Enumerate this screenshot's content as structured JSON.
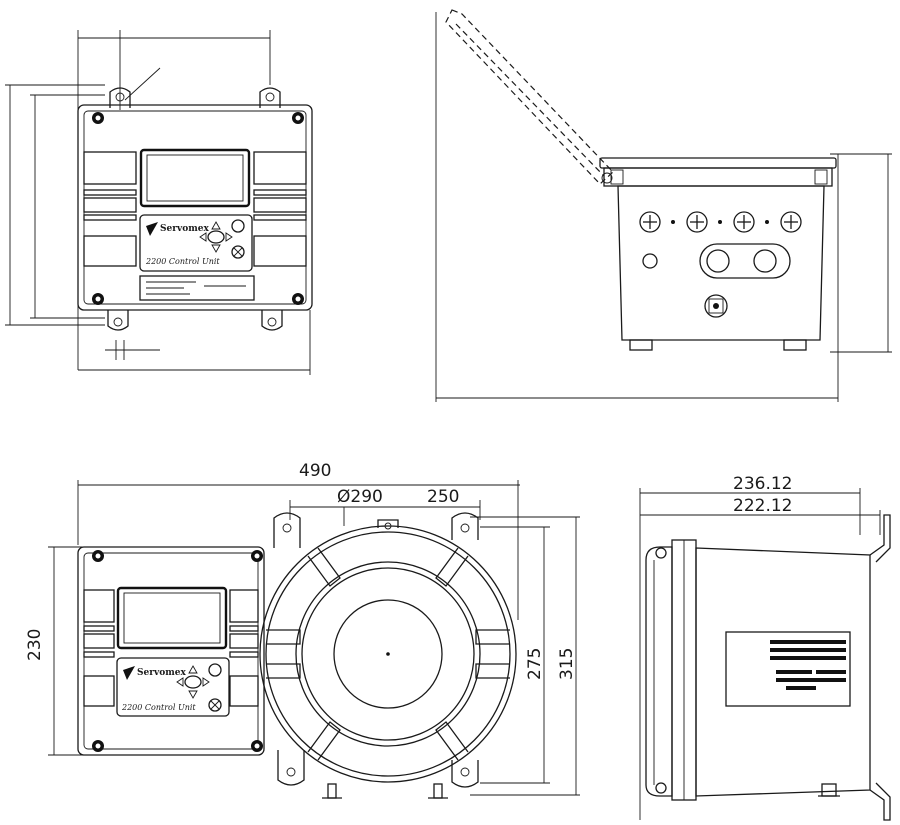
{
  "dimensions": {
    "width_total": "490",
    "diameter": "Ø290",
    "width_inner": "250",
    "height_left": "230",
    "height_inner": "275",
    "height_outer": "315",
    "depth_outer": "236.12",
    "depth_inner": "222.12"
  },
  "unit_label": {
    "brand": "Servomex",
    "model": "2200 Control Unit"
  }
}
